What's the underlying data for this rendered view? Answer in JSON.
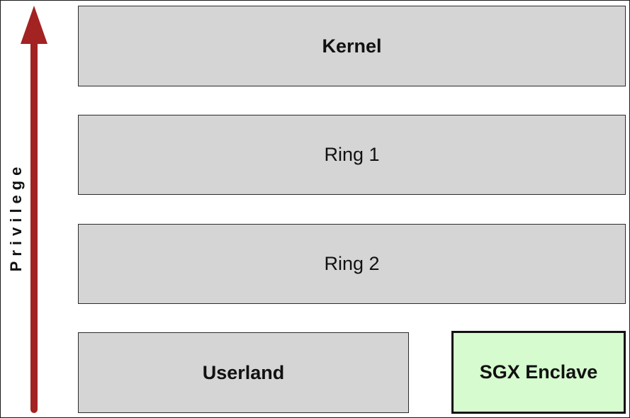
{
  "diagram": {
    "axis_label": "Privilege",
    "layers": {
      "kernel": "Kernel",
      "ring1": "Ring 1",
      "ring2": "Ring 2",
      "userland": "Userland",
      "sgx_enclave": "SGX Enclave"
    },
    "colors": {
      "arrow": "#a32222",
      "layer_fill": "#d5d5d5",
      "enclave_fill": "#d6fbcf",
      "border": "#2b2b2b"
    }
  }
}
